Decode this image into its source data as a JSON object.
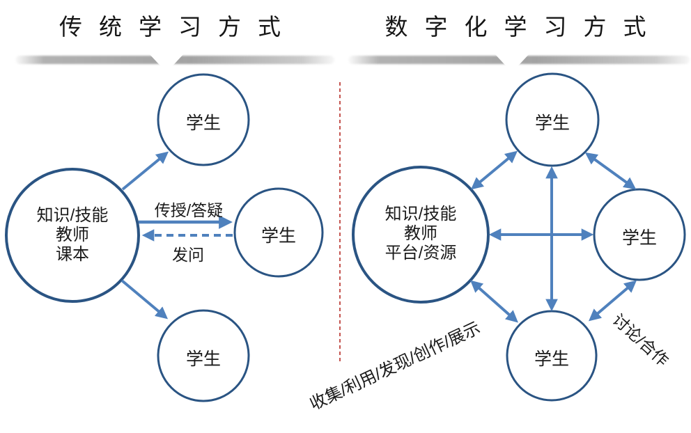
{
  "left_panel": {
    "title": "传统学习方式",
    "teacher_node": {
      "lines": [
        "知识/技能",
        "教师",
        "课本"
      ]
    },
    "students": {
      "top": "学生",
      "middle": "学生",
      "bottom": "学生"
    },
    "edge_labels": {
      "teach": "传授/答疑",
      "ask": "发问"
    }
  },
  "right_panel": {
    "title": "数字化学习方式",
    "teacher_node": {
      "lines": [
        "知识/技能",
        "教师",
        "平台/资源"
      ]
    },
    "students": {
      "top": "学生",
      "right": "学生",
      "bottom": "学生"
    },
    "edge_labels": {
      "collect": "收集/利用/发现/创作/展示",
      "discuss": "讨论/合作"
    }
  },
  "colors": {
    "arrow_blue": "#4f81bd",
    "circle_stroke": "#2a5483",
    "divider_red": "#c4544f",
    "banner_gray": "#9a9a9a",
    "text_dark": "#1a1a1a"
  }
}
